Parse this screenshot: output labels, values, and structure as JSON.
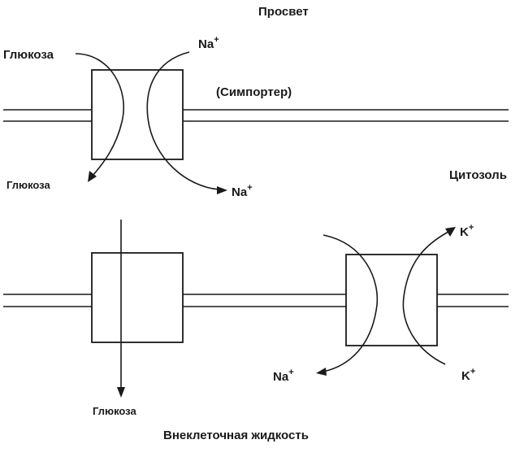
{
  "labels": {
    "lumen": "Просвет",
    "symporter": "(Симпортер)",
    "cytosol": "Цитозоль",
    "extracellular": "Внеклеточная жидкость",
    "glucose_in": "Глюкоза",
    "glucose_out": "Глюкоза",
    "glucose_bottom": "Глюкоза"
  },
  "ions": {
    "na_top_base": "Na",
    "na_top_sup": "+",
    "na_mid_base": "Na",
    "na_mid_sup": "+",
    "na_pump_base": "Na",
    "na_pump_sup": "+",
    "k_top_base": "K",
    "k_top_sup": "+",
    "k_bottom_base": "K",
    "k_bottom_sup": "+"
  }
}
